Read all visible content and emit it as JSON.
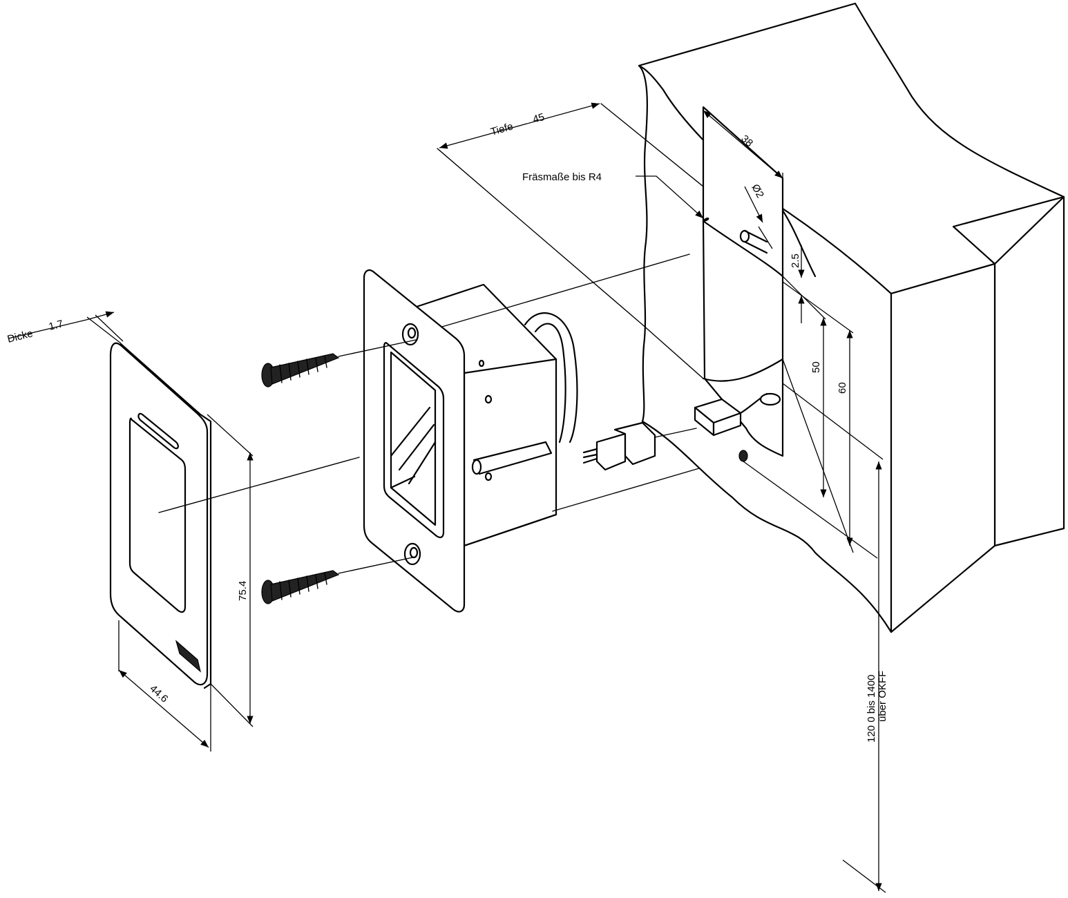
{
  "labels": {
    "thickness_name": "Dicke",
    "thickness_value": "1.7",
    "depth_name": "Tiefe",
    "depth_value": "45",
    "milling_note": "Fräsmaße bis R4",
    "width_pocket": "38",
    "hole_diameter": "Ø2",
    "offset": "2.5",
    "pocket_height": "50",
    "total_height": "60",
    "cover_height": "75.4",
    "cover_width": "44.6",
    "mount_height_line1": "120 0 bis 1400",
    "mount_height_line2": "über OKFF"
  },
  "icons": {
    "logo": "logo-badge-icon",
    "screw": "screw-icon",
    "connector": "plug-connector-icon"
  },
  "colors": {
    "line": "#000000",
    "background": "#ffffff"
  }
}
